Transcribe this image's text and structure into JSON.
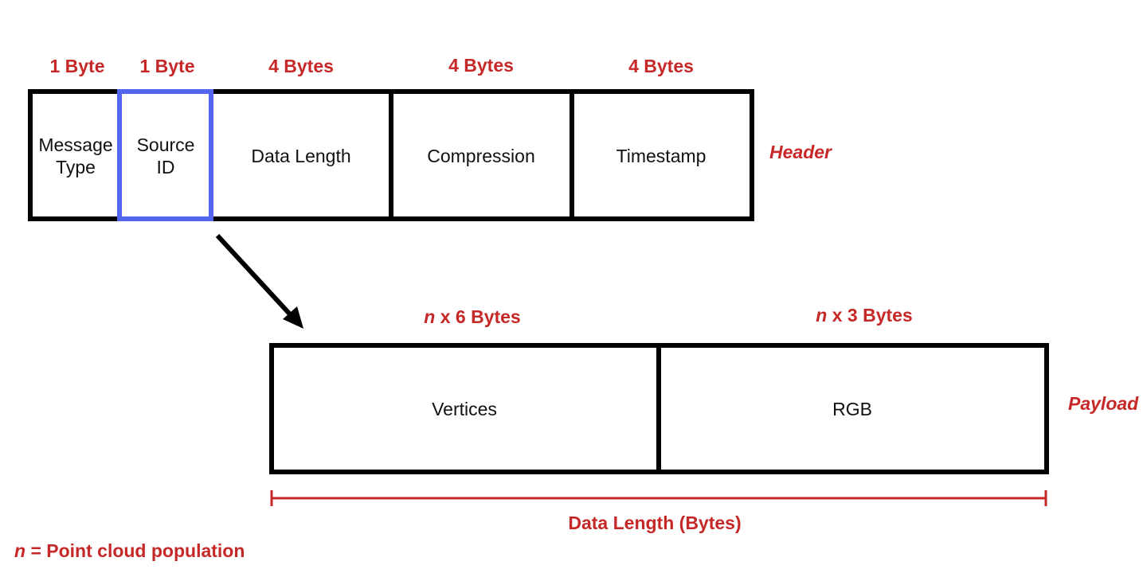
{
  "header": {
    "label": "Header",
    "fields": [
      {
        "name": "Message\nType",
        "size": "1 Byte"
      },
      {
        "name": "Source\nID",
        "size": "1 Byte"
      },
      {
        "name": "Data Length",
        "size": "4 Bytes"
      },
      {
        "name": "Compression",
        "size": "4 Bytes"
      },
      {
        "name": "Timestamp",
        "size": "4 Bytes"
      }
    ]
  },
  "payload": {
    "label": "Payload",
    "fields": [
      {
        "name": "Vertices",
        "size_var": "n",
        "size_rest": "x 6 Bytes"
      },
      {
        "name": "RGB",
        "size_var": "n",
        "size_rest": "x 3 Bytes"
      }
    ],
    "span_label": "Data Length (Bytes)"
  },
  "footnote": {
    "var": "n",
    "text": "= Point cloud population"
  },
  "colors": {
    "accent": "#c62828",
    "highlight": "#5566ee",
    "stroke": "#000000"
  }
}
